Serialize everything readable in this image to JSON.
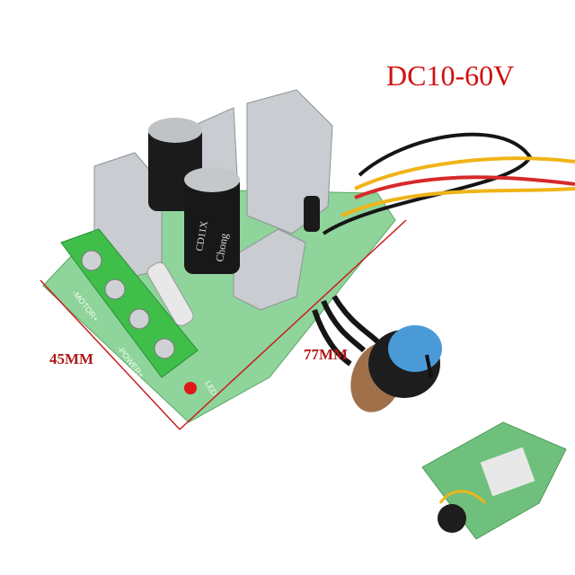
{
  "product": {
    "voltage_label": "DC10-60V",
    "width_label": "45MM",
    "length_label": "77MM",
    "board_silkscreen": [
      "-MOTOR+",
      "-POWER+",
      "LED"
    ],
    "capacitor_brand": "Chong",
    "capacitor_series": "CD11X"
  },
  "colors": {
    "dimension_lines": "#c81e1e",
    "pcb": "#7fc98a",
    "terminal_block": "#3fbf4a",
    "knob_cap": "#4a9ad8",
    "wire_red": "#d8282a",
    "wire_yellow": "#f0b418",
    "wire_black": "#151515"
  }
}
